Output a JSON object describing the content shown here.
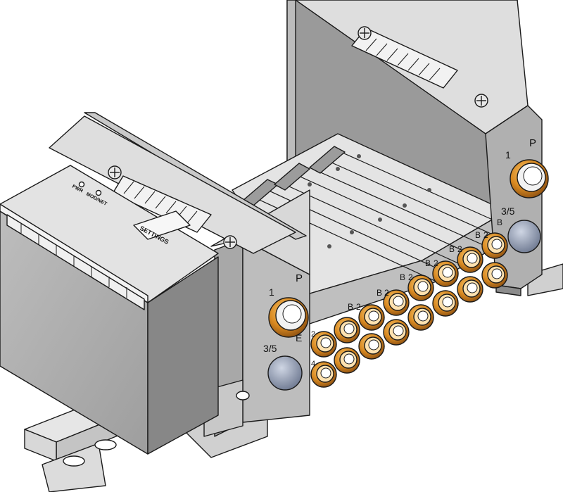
{
  "labels": {
    "pwr": "PWR",
    "modnet": "MOD/NET",
    "settings": "SETTINGS",
    "port_p": "P",
    "port_1": "1",
    "port_35": "3/5",
    "port_e": "E",
    "port_b": "B",
    "port_2": "2",
    "port_4": "4"
  },
  "colors": {
    "housing_light": "#d4d4d4",
    "housing_mid": "#b4b4b4",
    "housing_dark": "#8a8a8a",
    "outline": "#1a1a1a",
    "fitting_orange": "#c87a1e",
    "fitting_gold": "#e0a040",
    "plug_blue": "#8a96ac"
  },
  "icons": {
    "screw": "screw-icon",
    "fitting": "push-in-fitting-icon",
    "plug": "blanking-plug-icon",
    "led": "status-led-icon"
  }
}
